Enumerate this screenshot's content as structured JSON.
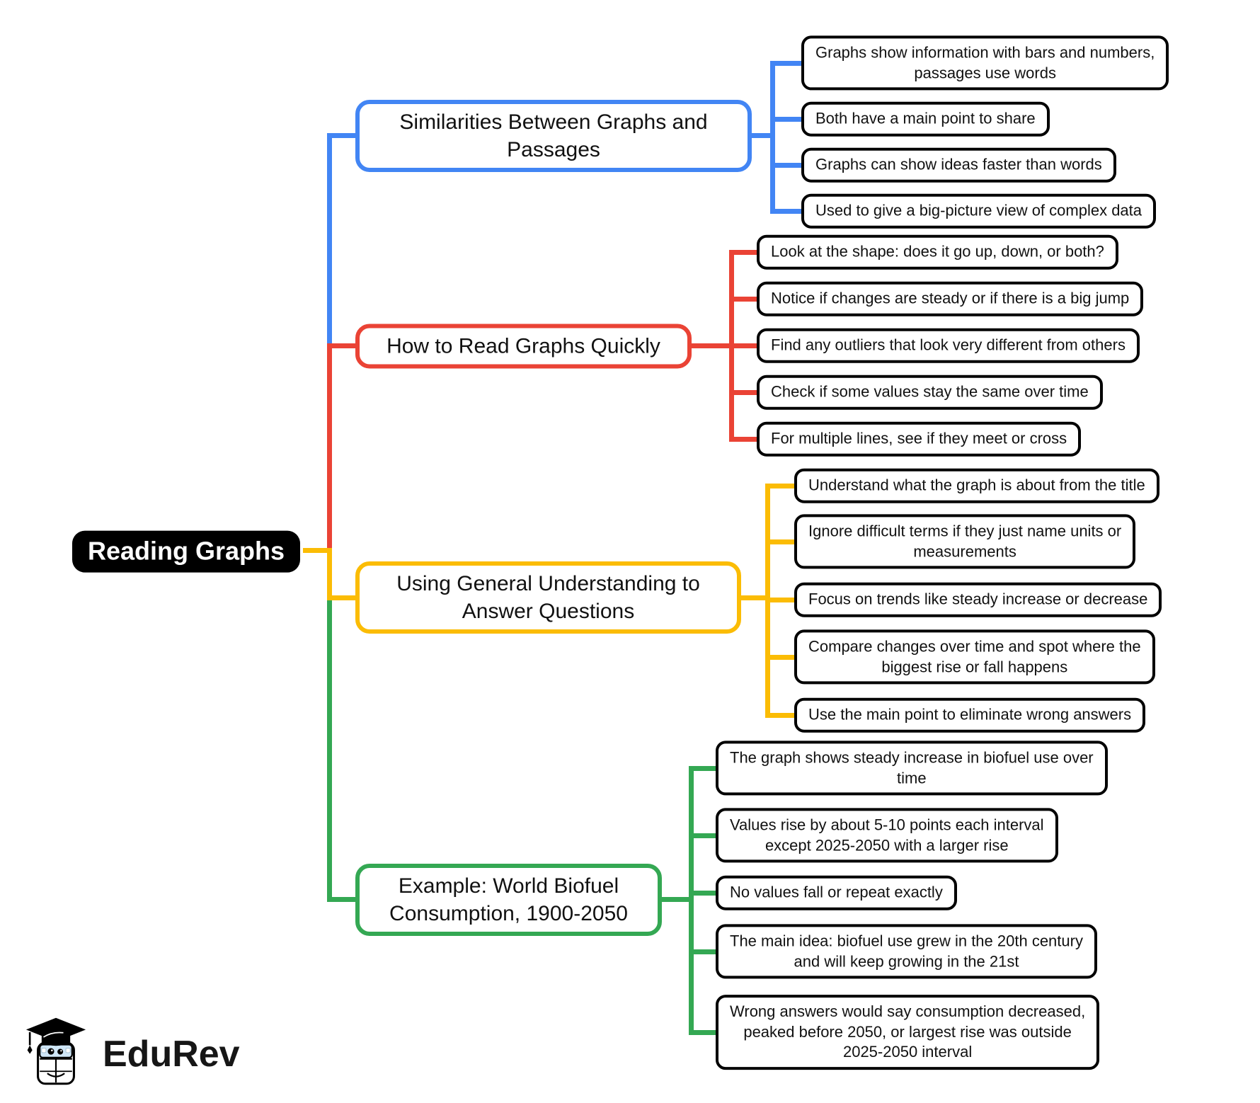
{
  "root": {
    "label": "Reading Graphs"
  },
  "branches": [
    {
      "id": "similarities",
      "color": "#4285F4",
      "title": "Similarities Between Graphs and\nPassages",
      "leaves": [
        "Graphs show information with bars and numbers,\npassages use words",
        "Both have a main point to share",
        "Graphs can show ideas faster than words",
        "Used to give a big-picture view of complex data"
      ]
    },
    {
      "id": "how-to-read",
      "color": "#EA4335",
      "title": "How to Read Graphs Quickly",
      "leaves": [
        "Look at the shape: does it go up, down, or both?",
        "Notice if changes are steady or if there is a big jump",
        "Find any outliers that look very different from others",
        "Check if some values stay the same over time",
        "For multiple lines, see if they meet or cross"
      ]
    },
    {
      "id": "general-understanding",
      "color": "#FBBC05",
      "title": "Using General Understanding to\nAnswer Questions",
      "leaves": [
        "Understand what the graph is about from the title",
        "Ignore difficult terms if they just name units or\nmeasurements",
        "Focus on trends like steady increase or decrease",
        "Compare changes over time and spot where the\nbiggest rise or fall happens",
        "Use the main point to eliminate wrong answers"
      ]
    },
    {
      "id": "example-biofuel",
      "color": "#34A853",
      "title": "Example: World Biofuel\nConsumption, 1900-2050",
      "leaves": [
        "The graph shows steady increase in biofuel use over\ntime",
        "Values rise by about 5-10 points each interval\nexcept 2025-2050 with a larger rise",
        "No values fall or repeat exactly",
        "The main idea: biofuel use grew in the 20th century\nand will keep growing in the 21st",
        "Wrong answers would say consumption decreased,\npeaked before 2050, or largest rise was outside\n2025-2050 interval"
      ]
    }
  ],
  "logo": {
    "brand": "EduRev"
  },
  "palette": {
    "blue": "#4285F4",
    "red": "#EA4335",
    "yellow": "#FBBC05",
    "green": "#34A853",
    "root_bg": "#000000",
    "root_text": "#FFFFFF"
  }
}
